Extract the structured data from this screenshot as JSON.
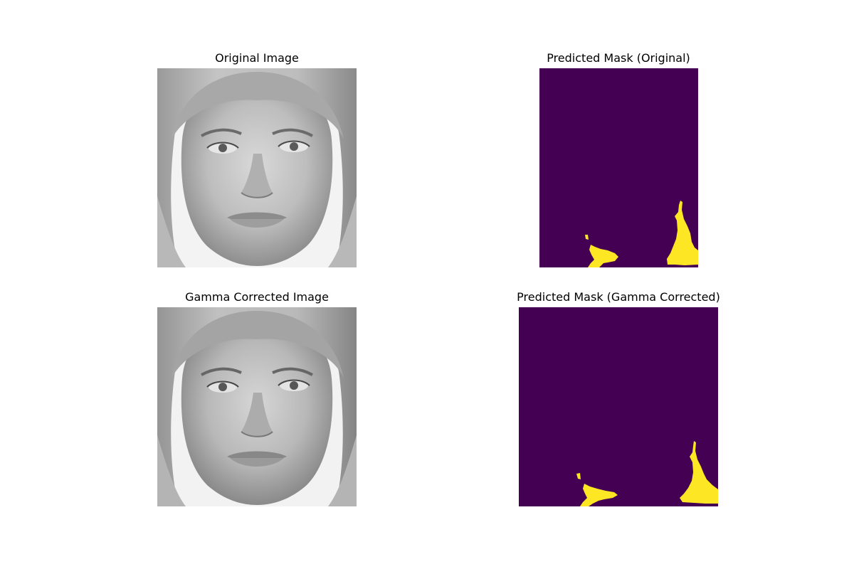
{
  "figure": {
    "background": "#ffffff",
    "panels": [
      {
        "id": "original-image",
        "title": "Original Image",
        "kind": "grayscale-face-photo"
      },
      {
        "id": "predicted-mask-original",
        "title": "Predicted Mask (Original)",
        "kind": "segmentation-mask"
      },
      {
        "id": "gamma-corrected-image",
        "title": "Gamma Corrected Image",
        "kind": "grayscale-face-photo"
      },
      {
        "id": "predicted-mask-gamma",
        "title": "Predicted Mask (Gamma Corrected)",
        "kind": "segmentation-mask"
      }
    ]
  },
  "colors": {
    "mask_background": "#440154",
    "mask_foreground": "#fde725"
  }
}
